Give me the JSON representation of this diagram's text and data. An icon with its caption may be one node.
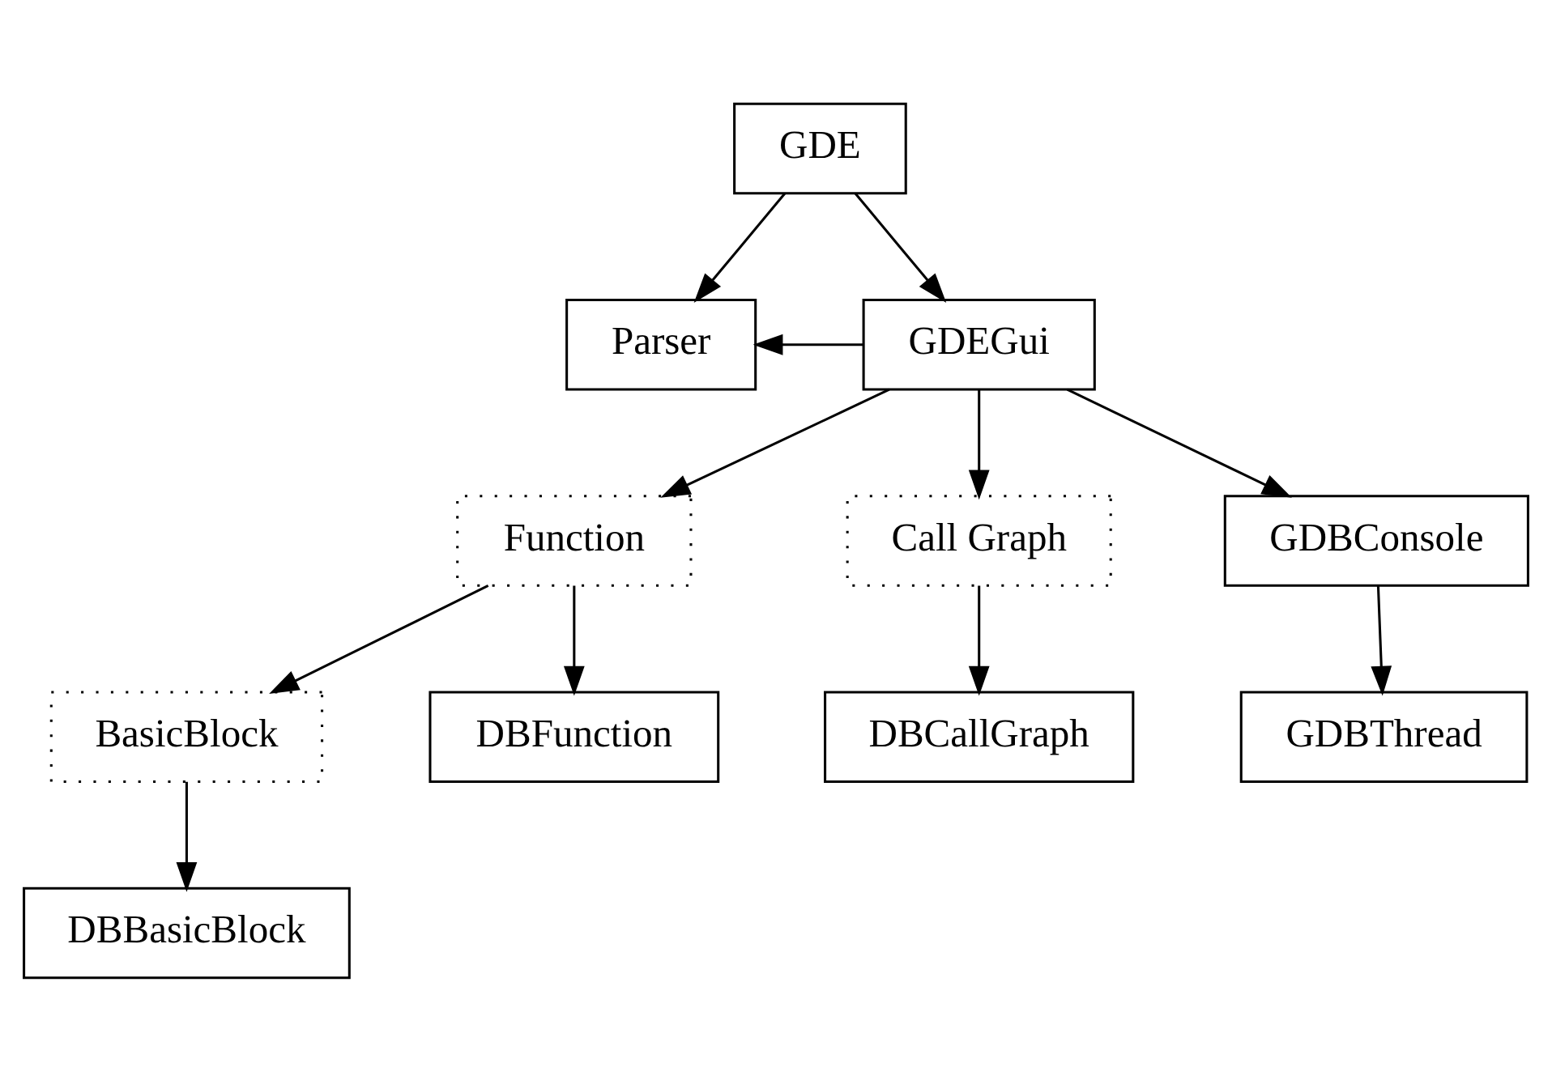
{
  "diagram": {
    "nodes": [
      {
        "text": [
          "GDE"
        ]
      },
      {
        "text": [
          "Parser"
        ]
      },
      {
        "text": [
          "GDEGui"
        ]
      },
      {
        "text": [
          "Function"
        ]
      },
      {
        "text": [
          "Call Graph"
        ]
      },
      {
        "text": [
          "GDBConsole"
        ]
      },
      {
        "text": [
          "BasicBlock"
        ]
      },
      {
        "text": [
          "DBFunction"
        ]
      },
      {
        "text": [
          "DBCallGraph"
        ]
      },
      {
        "text": [
          "GDBThread"
        ]
      },
      {
        "text": [
          "DBBasicBlock"
        ]
      }
    ],
    "edges": [
      {
        "from": 0,
        "to": 1,
        "arrow": "to"
      },
      {
        "from": 0,
        "to": 2,
        "arrow": "to"
      },
      {
        "from": 2,
        "to": 1,
        "arrow": "to"
      },
      {
        "from": 2,
        "to": 3,
        "arrow": "to"
      },
      {
        "from": 2,
        "to": 4,
        "arrow": "to"
      },
      {
        "from": 2,
        "to": 5,
        "arrow": "to"
      },
      {
        "from": 3,
        "to": 6,
        "arrow": "to"
      },
      {
        "from": 3,
        "to": 7,
        "arrow": "to"
      },
      {
        "from": 4,
        "to": 8,
        "arrow": "to"
      },
      {
        "from": 5,
        "to": 9,
        "arrow": "to"
      },
      {
        "from": 6,
        "to": 10,
        "arrow": "to"
      }
    ]
  }
}
